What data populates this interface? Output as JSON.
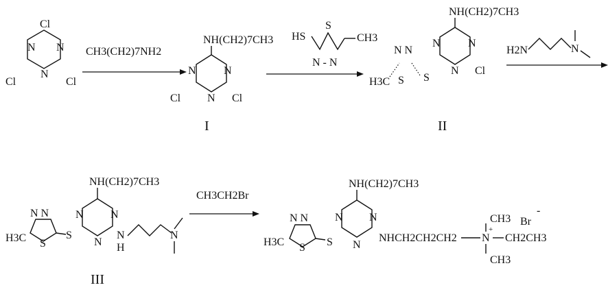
{
  "reagents": {
    "step1": "CH3(CH2)7NH2",
    "step2_sh": "HS",
    "step2_s": "S",
    "step2_ch3": "CH3",
    "step2_nn": "N - N",
    "step3_h2n": "H2N",
    "step3_n": "N",
    "step4": "CH3CH2Br"
  },
  "compounds": {
    "labels": [
      "I",
      "II",
      "III"
    ],
    "atoms": {
      "cl": "Cl",
      "n": "N",
      "s": "S",
      "h": "H",
      "h3c": "H3C",
      "nnn": "N N",
      "octylamino": "NH(CH2)7CH3",
      "side_chain": "NHCH2CH2CH2",
      "n_plus": "N",
      "plus": "+",
      "ch3": "CH3",
      "ethyl": "CH2CH3",
      "br": "Br",
      "minus": "-"
    }
  }
}
